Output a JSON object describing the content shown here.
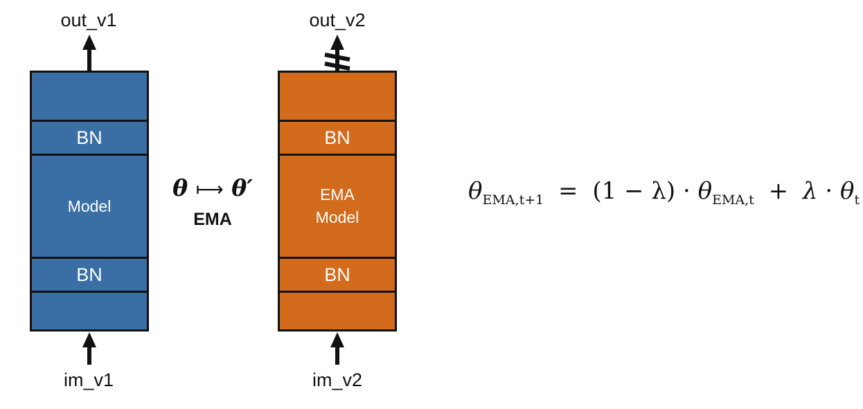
{
  "colors": {
    "online": "#3a6fa5",
    "ema": "#d36b1c",
    "stroke": "#111111"
  },
  "left_model": {
    "output_label": "out_v1",
    "input_label": "im_v1",
    "bn_top": "BN",
    "core": "Model",
    "bn_bottom": "BN"
  },
  "right_model": {
    "output_label": "out_v2",
    "input_label": "im_v2",
    "bn_top": "BN",
    "core": "EMA\nModel",
    "bn_bottom": "BN",
    "output_gradient": "stop-gradient"
  },
  "update": {
    "param_from": "θ",
    "arrow": "⟼",
    "param_to": "θ′",
    "caption": "EMA"
  },
  "formula": {
    "lhs_symbol": "θ",
    "lhs_sub": "EMA,t+1",
    "equals": "=",
    "factor": "(1 − λ)",
    "dot": "·",
    "prev_symbol": "θ",
    "prev_sub": "EMA,t",
    "plus": "+",
    "lambda": "λ",
    "cur_symbol": "θ",
    "cur_sub": "t"
  },
  "icons": {
    "input_arrow": "arrow-up-icon",
    "output_arrow": "arrow-up-icon",
    "stop_grad": "double-slash-icon"
  }
}
